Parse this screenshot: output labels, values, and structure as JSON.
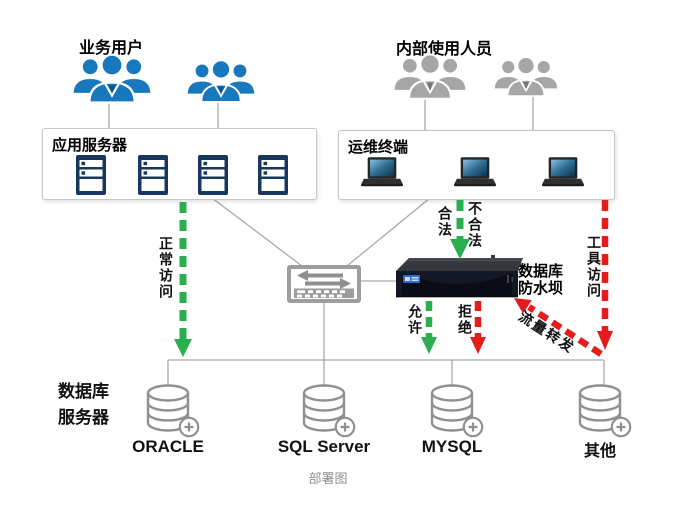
{
  "caption": "部署图",
  "colors": {
    "user_blue": "#1878be",
    "user_gray": "#a6a6a6",
    "server_navy": "#17375e",
    "arrow_green": "#2aae4f",
    "arrow_red": "#e51c1c",
    "connector_gray": "#a9a9a9"
  },
  "top": {
    "business_users_label": "业务用户",
    "internal_users_label": "内部使用人员"
  },
  "app_server_box": {
    "label": "应用服务器"
  },
  "ops_terminal_box": {
    "label": "运维终端"
  },
  "firewall": {
    "label_line1": "数据库",
    "label_line2": "防水坝"
  },
  "flows": {
    "normal_access": "正常访问",
    "legal": "合法",
    "illegal": "不合法",
    "allow": "允许",
    "deny": "拒绝",
    "tool_access": "工具访问",
    "traffic_forward": "流量转发"
  },
  "database_layer": {
    "label_line1": "数据库",
    "label_line2": "服务器",
    "databases": [
      "ORACLE",
      "SQL Server",
      "MYSQL",
      "其他"
    ]
  }
}
